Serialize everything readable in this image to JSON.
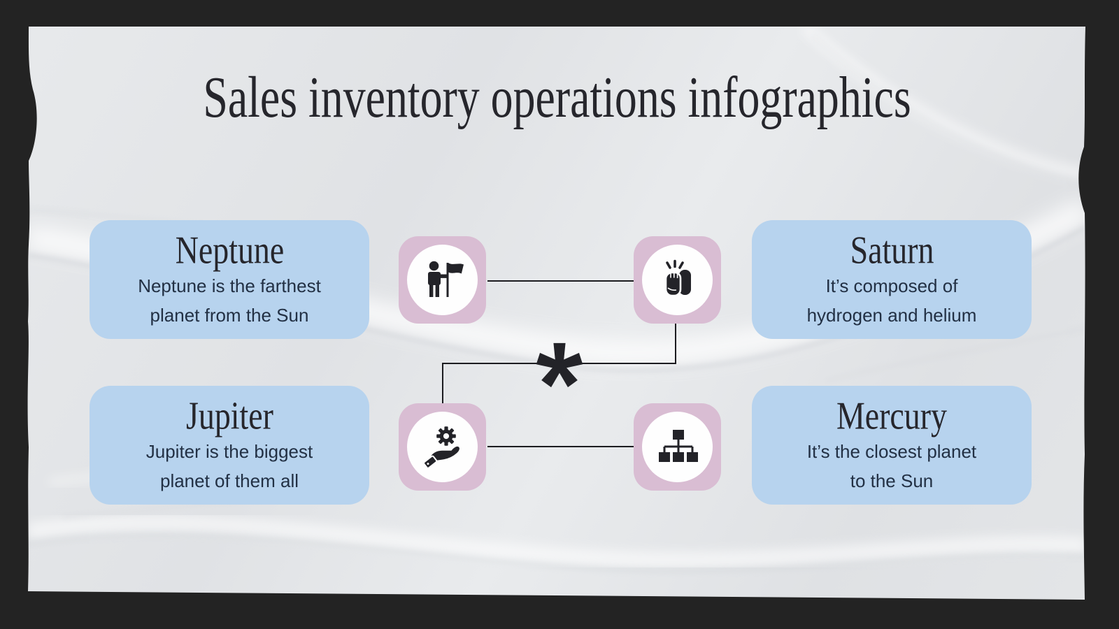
{
  "slide": {
    "title": "Sales inventory operations infographics",
    "center_symbol": "*"
  },
  "cards": [
    {
      "title": "Neptune",
      "lines": [
        "Neptune is the farthest",
        "planet from the Sun"
      ]
    },
    {
      "title": "Saturn",
      "lines": [
        "It’s composed of",
        "hydrogen and helium"
      ]
    },
    {
      "title": "Jupiter",
      "lines": [
        "Jupiter is the biggest",
        "planet of them all"
      ]
    },
    {
      "title": "Mercury",
      "lines": [
        "It’s the closest planet",
        "to the Sun"
      ]
    }
  ],
  "icons": {
    "top_left": "goal-flag-icon",
    "top_right": "fist-bump-icon",
    "bottom_left": "gear-hand-icon",
    "bottom_right": "hierarchy-icon",
    "center": "asterisk-symbol"
  },
  "colors": {
    "frame": "#232323",
    "paper": "#e3e5e7",
    "card": "#b7d3ee",
    "tile": "#d9bdd3",
    "circle": "#fefefe",
    "ink": "#232328",
    "text": "#223044",
    "title": "#26262c",
    "line": "#1c1c20"
  }
}
